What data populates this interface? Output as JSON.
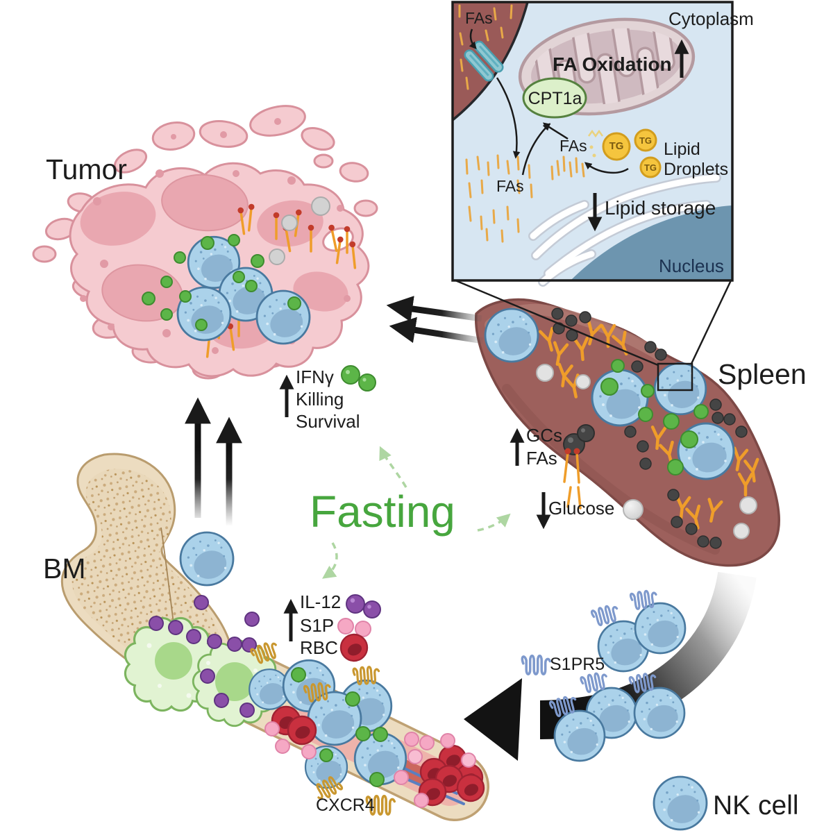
{
  "palette": {
    "fasting_green": "#47a63e",
    "nk_blue": "#abd2ea",
    "nk_outline": "#49799f",
    "tumor_pink": "#f5cbd0",
    "tumor_outline": "#d8919c",
    "spleen_maroon": "#9d605c",
    "bone_beige": "#ecdcc0",
    "ifn_green_dot": "#5cb548",
    "il12_purple": "#8a4fa8",
    "s1p_pink": "#f5a8c4",
    "rbc_red": "#c9303f",
    "fa_orange": "#ef9d2a",
    "gc_dark": "#474747",
    "glucose_gray": "#dcdcdc",
    "cxcr4_gold": "#c9972f",
    "s1pr5_blue": "#7e99cc",
    "inset_cytoplasm_blue": "#d7e6f2",
    "inset_nucleus_blue": "#6d95af",
    "cpt1a_green": "#dcf0ca",
    "tg_yellow": "#f5c53e"
  },
  "inset": {
    "cytoplasm": "Cytoplasm",
    "fa_oxidation": "FA Oxidation",
    "cpt1a": "CPT1a",
    "tg": "TG",
    "lipid": "Lipid",
    "droplets": "Droplets",
    "lipid_storage": "Lipid storage",
    "nucleus": "Nucleus",
    "fas_membrane": "FAs",
    "fas_shuttle": "FAs",
    "fas_pool": "FAs"
  },
  "organs": {
    "tumor": "Tumor",
    "spleen": "Spleen",
    "bm": "BM"
  },
  "fasting": "Fasting",
  "effects": {
    "tumor_block": {
      "items": [
        "IFNγ",
        "Killing",
        "Survival"
      ]
    },
    "spleen_up": {
      "items": [
        "GCs",
        "FAs"
      ]
    },
    "spleen_down": {
      "label": "Glucose"
    },
    "bm_block": {
      "items": [
        "IL-12",
        "S1P",
        "RBC"
      ]
    }
  },
  "receptors": {
    "cxcr4": "CXCR4",
    "s1pr5": "S1PR5"
  },
  "legend": {
    "nk_cell": "NK cell"
  }
}
